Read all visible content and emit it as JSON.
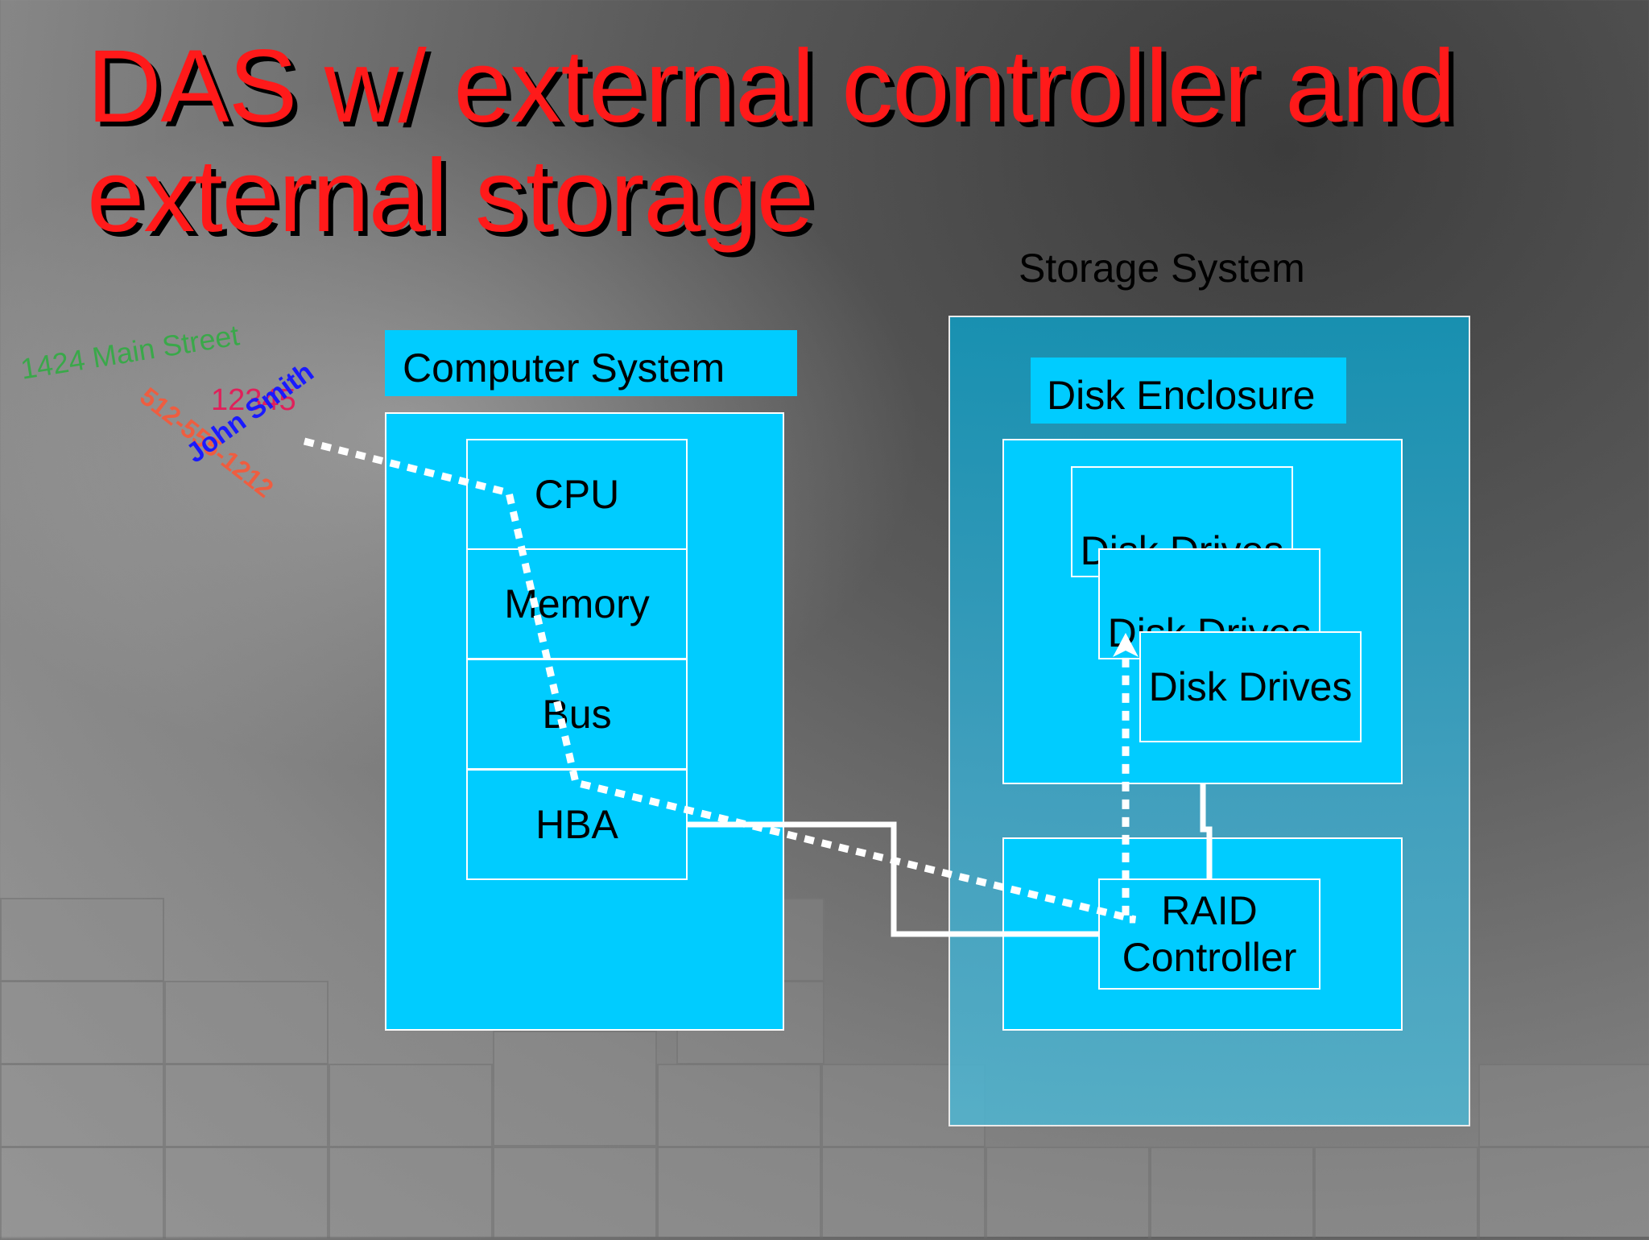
{
  "title": "DAS w/ external controller and external storage",
  "computer_system": {
    "label": "Computer System",
    "components": [
      "CPU",
      "Memory",
      "Bus",
      "HBA"
    ]
  },
  "storage_system": {
    "label": "Storage System",
    "disk_enclosure": {
      "label": "Disk Enclosure",
      "drives": [
        "Disk Drives",
        "Disk Drives",
        "Disk Drives"
      ]
    },
    "controller": "RAID Controller"
  },
  "data_stamp": {
    "address": "1424 Main Street",
    "phone": "512-555-1212",
    "zip": "12345",
    "name": "John Smith"
  },
  "colors": {
    "box_fill": "#00ccff",
    "title": "#ff1a1a",
    "address": "#3aa84a",
    "phone": "#ff5533",
    "zip": "#e0205a",
    "name": "#1a1aff"
  }
}
